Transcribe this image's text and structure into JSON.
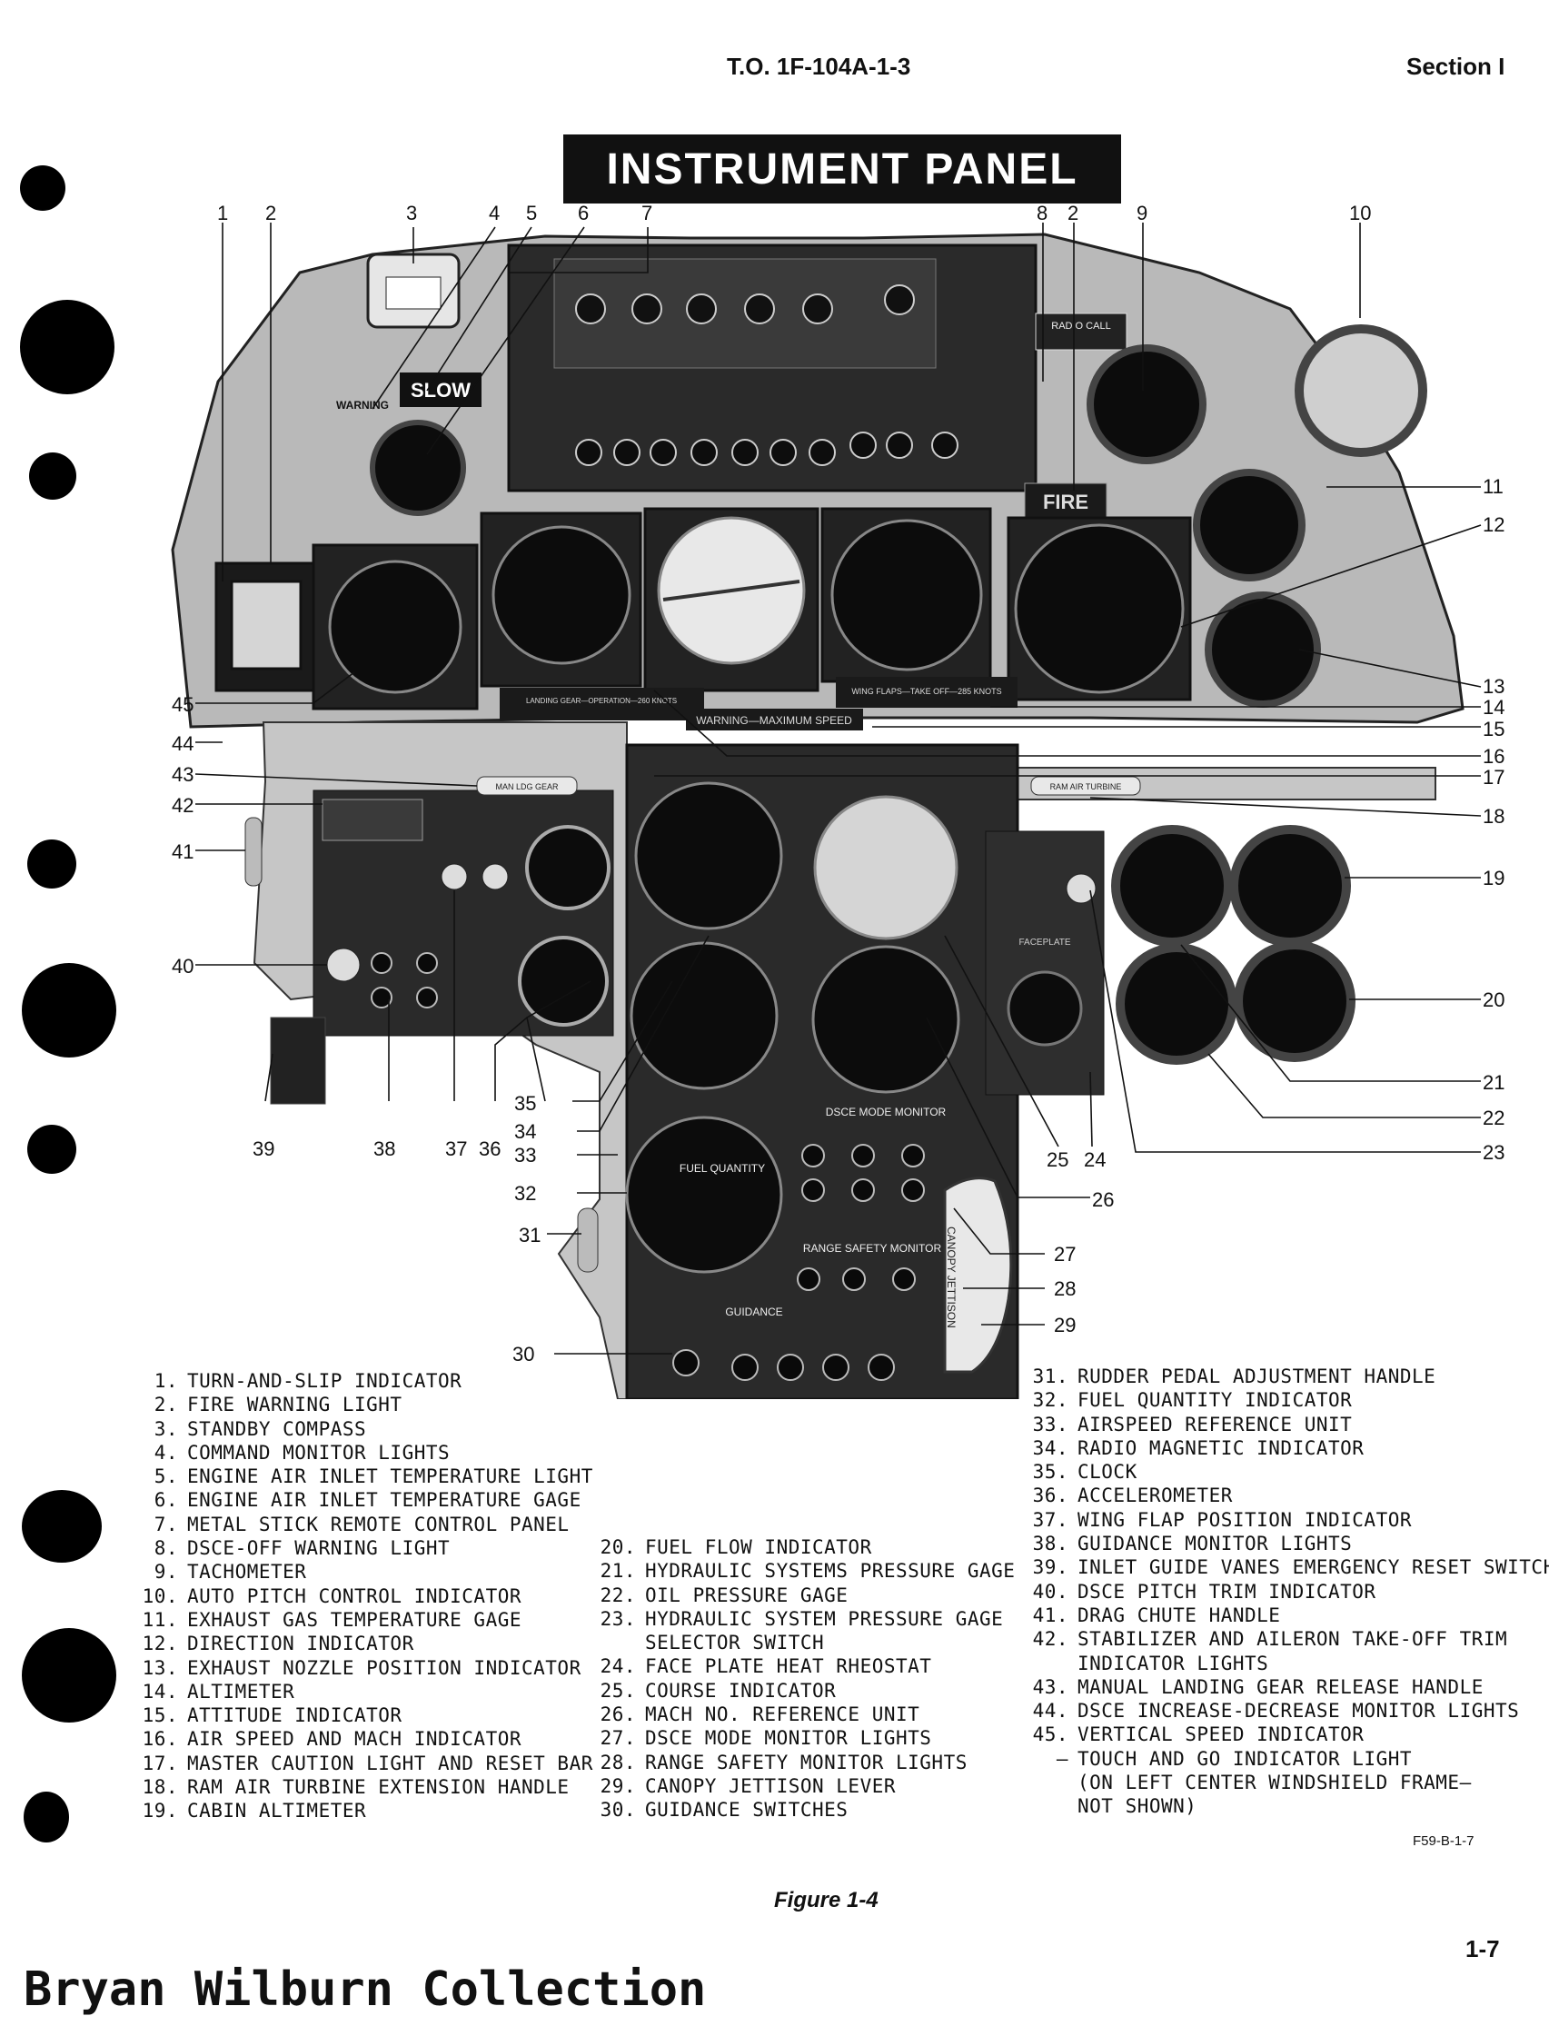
{
  "header": {
    "doc_number": "T.O. 1F-104A-1-3",
    "section": "Section I"
  },
  "figure": {
    "title": "INSTRUMENT PANEL",
    "caption": "Figure 1-4",
    "reference": "F59-B-1-7"
  },
  "page_number": "1-7",
  "collection": "Bryan Wilburn Collection",
  "photo_labels": {
    "warning_placard": "WARNING",
    "slow": "SLOW",
    "fire": "FIRE",
    "radio_call": "RADIO CALL",
    "warning_max_speed": "WARNING—MAXIMUM SPEED",
    "ram_air_turbine": "RAM AIR TURBINE",
    "man_ldg_gear": "MAN LDG GEAR",
    "dsce_mode_monitor": "DSCE MODE MONITOR",
    "range_safety_monitor": "RANGE SAFETY MONITOR",
    "guidance": "GUIDANCE",
    "canopy_jettison": "CANOPY JETTISON",
    "faceplate": "FACEPLATE",
    "fuel_quantity": "FUEL QUANTITY",
    "landing_gear_placard": "LANDING GEAR—OPERATION—260 KNOTS",
    "wing_flaps_placard": "WING FLAPS—TAKE OFF—285 KNOTS"
  },
  "legend_col1": [
    {
      "n": "1.",
      "t": "TURN-AND-SLIP INDICATOR"
    },
    {
      "n": "2.",
      "t": "FIRE WARNING LIGHT"
    },
    {
      "n": "3.",
      "t": "STANDBY COMPASS"
    },
    {
      "n": "4.",
      "t": "COMMAND MONITOR LIGHTS"
    },
    {
      "n": "5.",
      "t": "ENGINE AIR INLET TEMPERATURE LIGHT"
    },
    {
      "n": "6.",
      "t": "ENGINE AIR INLET TEMPERATURE GAGE"
    },
    {
      "n": "7.",
      "t": "METAL STICK REMOTE CONTROL PANEL"
    },
    {
      "n": "8.",
      "t": "DSCE-OFF WARNING LIGHT"
    },
    {
      "n": "9.",
      "t": "TACHOMETER"
    },
    {
      "n": "10.",
      "t": "AUTO PITCH CONTROL INDICATOR"
    },
    {
      "n": "11.",
      "t": "EXHAUST GAS TEMPERATURE GAGE"
    },
    {
      "n": "12.",
      "t": "DIRECTION INDICATOR"
    },
    {
      "n": "13.",
      "t": "EXHAUST NOZZLE POSITION INDICATOR"
    },
    {
      "n": "14.",
      "t": "ALTIMETER"
    },
    {
      "n": "15.",
      "t": "ATTITUDE INDICATOR"
    },
    {
      "n": "16.",
      "t": "AIR SPEED AND MACH INDICATOR"
    },
    {
      "n": "17.",
      "t": "MASTER CAUTION LIGHT AND RESET BAR"
    },
    {
      "n": "18.",
      "t": "RAM AIR TURBINE EXTENSION HANDLE"
    },
    {
      "n": "19.",
      "t": "CABIN ALTIMETER"
    }
  ],
  "legend_col2": [
    {
      "n": "20.",
      "t": "FUEL FLOW INDICATOR"
    },
    {
      "n": "21.",
      "t": "HYDRAULIC SYSTEMS PRESSURE GAGE"
    },
    {
      "n": "22.",
      "t": "OIL PRESSURE GAGE"
    },
    {
      "n": "23.",
      "t": "HYDRAULIC SYSTEM PRESSURE GAGE"
    },
    {
      "n": "",
      "t": "SELECTOR SWITCH"
    },
    {
      "n": "24.",
      "t": "FACE PLATE HEAT RHEOSTAT"
    },
    {
      "n": "25.",
      "t": "COURSE INDICATOR"
    },
    {
      "n": "26.",
      "t": "MACH NO. REFERENCE UNIT"
    },
    {
      "n": "27.",
      "t": "DSCE MODE MONITOR LIGHTS"
    },
    {
      "n": "28.",
      "t": "RANGE SAFETY MONITOR LIGHTS"
    },
    {
      "n": "29.",
      "t": "CANOPY JETTISON LEVER"
    },
    {
      "n": "30.",
      "t": "GUIDANCE SWITCHES"
    }
  ],
  "legend_col3": [
    {
      "n": "31.",
      "t": "RUDDER PEDAL ADJUSTMENT HANDLE"
    },
    {
      "n": "32.",
      "t": "FUEL QUANTITY INDICATOR"
    },
    {
      "n": "33.",
      "t": "AIRSPEED REFERENCE UNIT"
    },
    {
      "n": "34.",
      "t": "RADIO MAGNETIC INDICATOR"
    },
    {
      "n": "35.",
      "t": "CLOCK"
    },
    {
      "n": "36.",
      "t": "ACCELEROMETER"
    },
    {
      "n": "37.",
      "t": "WING FLAP POSITION INDICATOR"
    },
    {
      "n": "38.",
      "t": "GUIDANCE MONITOR LIGHTS"
    },
    {
      "n": "39.",
      "t": "INLET GUIDE VANES EMERGENCY RESET SWITCH"
    },
    {
      "n": "40.",
      "t": "DSCE PITCH TRIM INDICATOR"
    },
    {
      "n": "41.",
      "t": "DRAG CHUTE HANDLE"
    },
    {
      "n": "42.",
      "t": "STABILIZER AND AILERON TAKE-OFF TRIM"
    },
    {
      "n": "",
      "t": "INDICATOR LIGHTS"
    },
    {
      "n": "43.",
      "t": "MANUAL LANDING GEAR RELEASE HANDLE"
    },
    {
      "n": "44.",
      "t": "DSCE INCREASE-DECREASE MONITOR LIGHTS"
    },
    {
      "n": "45.",
      "t": "VERTICAL SPEED INDICATOR"
    },
    {
      "n": "—",
      "t": "TOUCH AND GO INDICATOR LIGHT"
    },
    {
      "n": "",
      "t": "(ON LEFT CENTER WINDSHIELD FRAME—"
    },
    {
      "n": "",
      "t": "NOT SHOWN)"
    }
  ],
  "callouts_top": [
    "1",
    "2",
    "3",
    "4",
    "5",
    "6",
    "7",
    "8",
    "2",
    "9",
    "10"
  ],
  "callouts_right": [
    "11",
    "12",
    "13",
    "14",
    "15",
    "16",
    "17",
    "18",
    "19",
    "20",
    "21",
    "22",
    "23"
  ],
  "callouts_bottom": [
    "24",
    "25",
    "26",
    "27",
    "28",
    "29",
    "30",
    "31",
    "32",
    "33",
    "34",
    "35",
    "36",
    "37",
    "38",
    "39",
    "40",
    "41",
    "42",
    "43",
    "44",
    "45"
  ]
}
